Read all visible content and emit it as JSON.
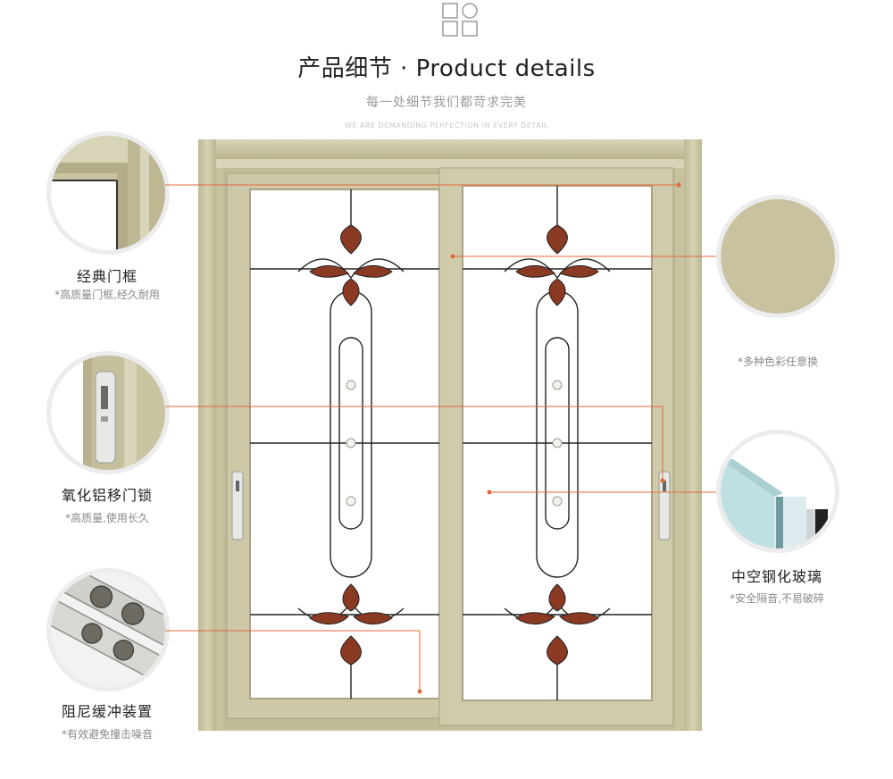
{
  "header": {
    "title": "产品细节 · Product details",
    "subtitle": "每一处细节我们都苛求完美",
    "en_subtitle": "WE ARE DEMANDING PERFECTION IN EVERY DETAIL"
  },
  "details": {
    "frame": {
      "title": "经典门框",
      "note": "*高质量门框,经久耐用"
    },
    "lock": {
      "title": "氧化铝移门锁",
      "note": "*高质量,使用长久"
    },
    "damper": {
      "title": "阻尼缓冲装置",
      "note": "*有效避免撞击噪音"
    },
    "color": {
      "note": "*多种色彩任意换"
    },
    "glass": {
      "title": "中空钢化玻璃",
      "note": "*安全隔音,不易破碎"
    }
  },
  "colors": {
    "frame": "#c9c4a2",
    "frame_dark": "#a8a282",
    "frame_light": "#ddd9bd",
    "swatch": "#c8c2a0",
    "leader": "#e06a3a",
    "petal": "#8a3a22",
    "lead_line": "#222222"
  },
  "icons": [
    "grid-logo-icon",
    "lock-handle-icon"
  ]
}
